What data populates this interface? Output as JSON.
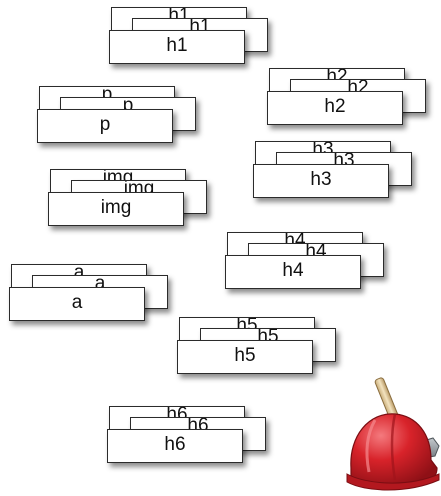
{
  "stacks": [
    {
      "id": "h1",
      "back": "h1",
      "middle": "h1",
      "front": "h1"
    },
    {
      "id": "h2",
      "back": "h2",
      "middle": "h2",
      "front": "h2"
    },
    {
      "id": "p",
      "back": "p",
      "middle": "p",
      "front": "p"
    },
    {
      "id": "h3",
      "back": "h3",
      "middle": "h3",
      "front": "h3"
    },
    {
      "id": "img",
      "back": "img",
      "middle": "img",
      "front": "img"
    },
    {
      "id": "h4",
      "back": "h4",
      "middle": "h4",
      "front": "h4"
    },
    {
      "id": "a",
      "back": "a",
      "middle": "a",
      "front": "a"
    },
    {
      "id": "h5",
      "back": "h5",
      "middle": "h5",
      "front": "h5"
    },
    {
      "id": "h6",
      "back": "h6",
      "middle": "h6",
      "front": "h6"
    }
  ],
  "colors": {
    "helmet": "#d8232a",
    "helmet_dark": "#9e1219",
    "hammer_handle": "#e8d2a6",
    "hammer_head": "#8c9297"
  },
  "icons": [
    "hard-hat-icon",
    "hammer-icon"
  ]
}
